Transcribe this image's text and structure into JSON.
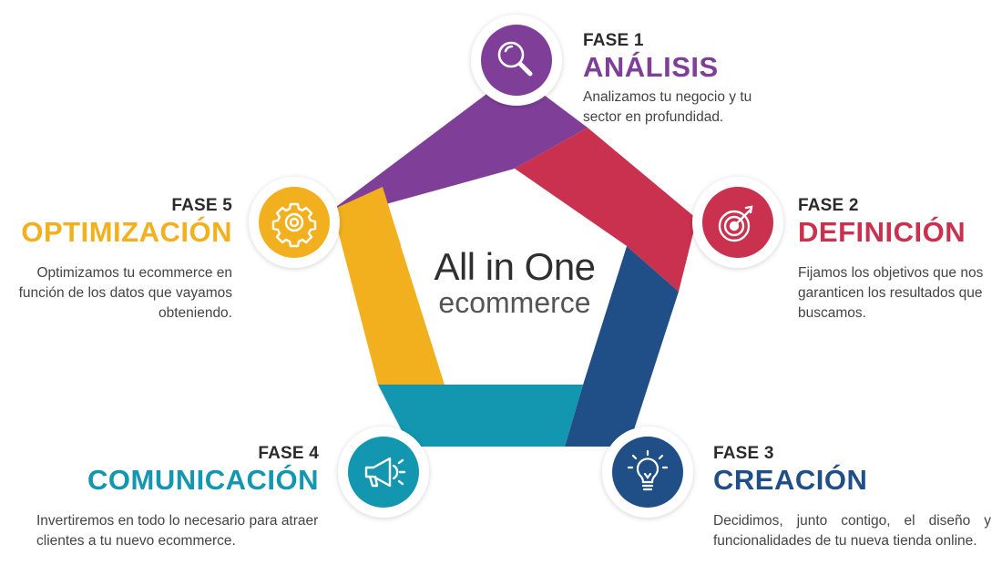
{
  "center": {
    "title": "All in One",
    "subtitle": "ecommerce"
  },
  "phases": [
    {
      "label": "FASE 1",
      "title": "ANÁLISIS",
      "desc": "Analizamos tu negocio y tu sector en profundidad.",
      "color": "#7f3f98",
      "icon": "magnifier-icon"
    },
    {
      "label": "FASE 2",
      "title": "DEFINICIÓN",
      "desc": "Fijamos los objetivos que nos garanticen los resultados que buscamos.",
      "color": "#c9314f",
      "icon": "target-icon"
    },
    {
      "label": "FASE 3",
      "title": "CREACIÓN",
      "desc": "Decidimos, junto contigo, el diseño y funcionalidades de tu nueva tienda online.",
      "color": "#1f4f86",
      "icon": "lightbulb-icon"
    },
    {
      "label": "FASE 4",
      "title": "COMUNICACIÓN",
      "desc": "Invertiremos en todo lo necesario para atraer clientes a tu nuevo ecommerce.",
      "color": "#1396b0",
      "icon": "megaphone-icon"
    },
    {
      "label": "FASE 5",
      "title": "OPTIMIZACIÓN",
      "desc": "Optimizamos tu ecommerce en función de los datos que vayamos obteniendo.",
      "color": "#f2b01e",
      "icon": "gear-icon"
    }
  ]
}
